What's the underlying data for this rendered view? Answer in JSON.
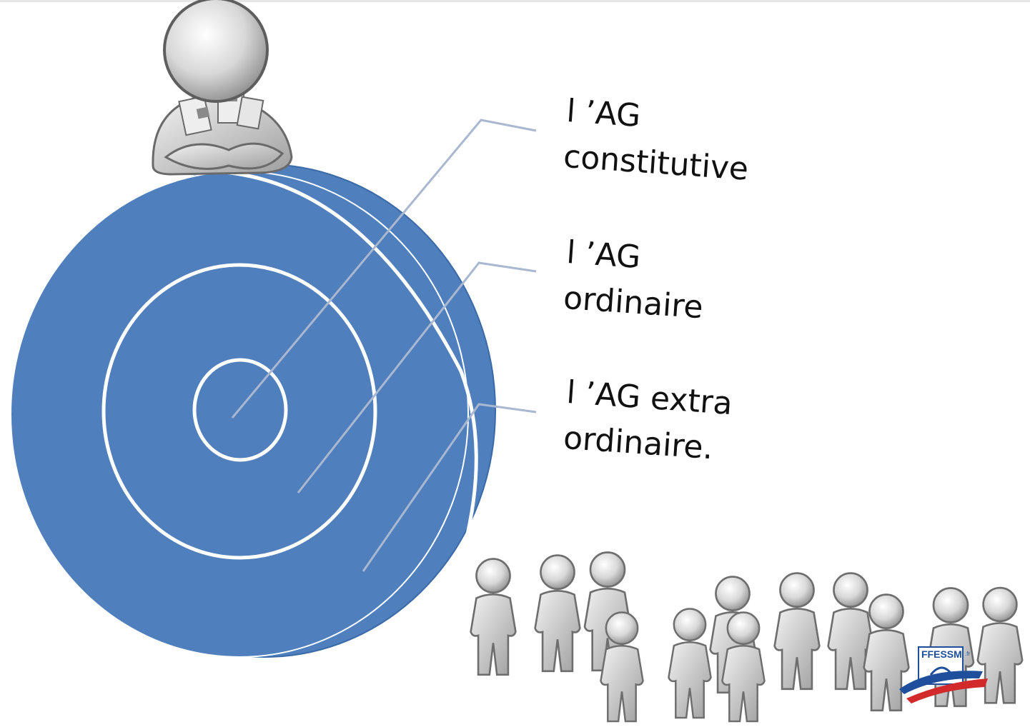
{
  "labels": {
    "constitutive": {
      "line1": "l ’AG",
      "line2": "constitutive"
    },
    "ordinaire": {
      "line1": "l ’AG",
      "line2": "ordinaire"
    },
    "extra": {
      "line1": "l ’AG extra",
      "line2": "ordinaire."
    }
  },
  "logo": {
    "text": "FFESSM",
    "suffix": ".fr"
  },
  "icons": [
    "presenter-figure-icon",
    "crowd-figure-icon",
    "ffessm-logo"
  ],
  "colors": {
    "disc": "#4f7fbd",
    "disc_edge": "#3a6aa8",
    "ring": "#ffffff",
    "leader": "#a9b8d0",
    "figure": "#d9d9d9",
    "figure_shadow": "#9a9a9a",
    "logo_blue": "#1f4e9c",
    "logo_red": "#d22a2a"
  }
}
